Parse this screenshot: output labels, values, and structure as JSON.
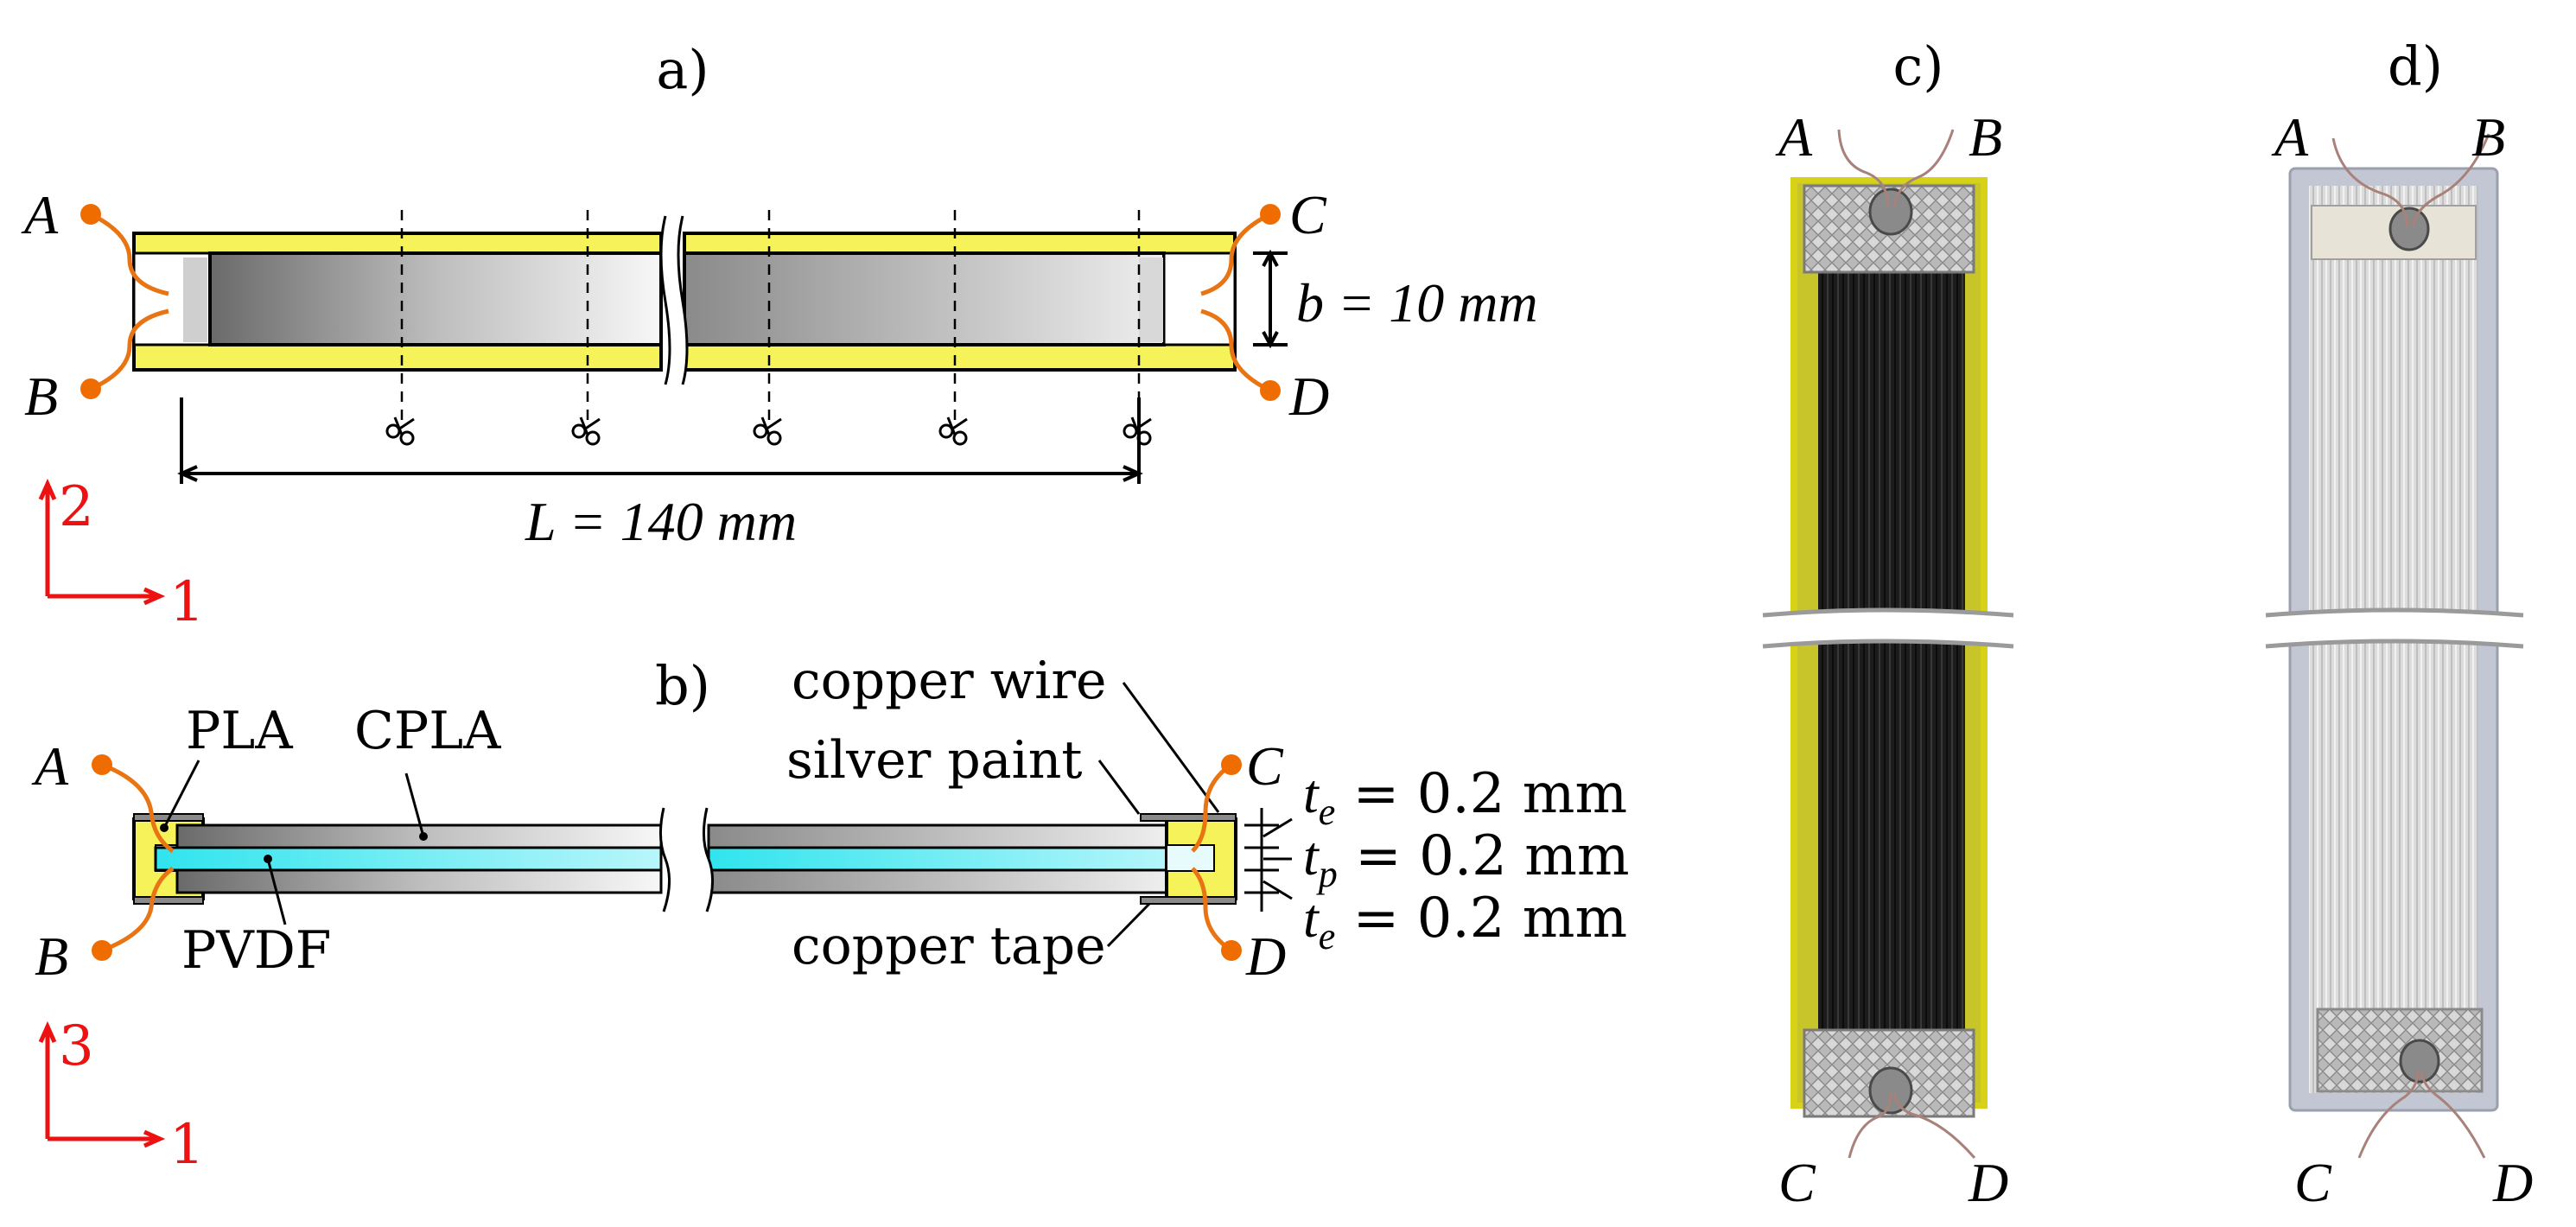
{
  "panels": {
    "a": "a)",
    "b": "b)",
    "c": "c)",
    "d": "d)"
  },
  "terminals": {
    "A": "A",
    "B": "B",
    "C": "C",
    "D": "D"
  },
  "dimensions": {
    "b_label": "b = 10 mm",
    "L_label": "L = 140 mm",
    "te_top": "t",
    "te_top_sub": "e",
    "te_top_val": " = 0.2 mm",
    "tp": "t",
    "tp_sub": "p",
    "tp_val": " = 0.2 mm",
    "te_bot": "t",
    "te_bot_sub": "e",
    "te_bot_val": " = 0.2 mm"
  },
  "materials": {
    "pla": "PLA",
    "cpla": "CPLA",
    "pvdf": "PVDF",
    "copper_wire": "copper wire",
    "silver_paint": "silver paint",
    "copper_tape": "copper tape"
  },
  "axes": {
    "top": {
      "x": "1",
      "y": "2"
    },
    "bottom": {
      "x": "1",
      "y": "3"
    }
  },
  "colors": {
    "pla_yellow": "#f6f25a",
    "pvdf_cyan": "#40e8f0",
    "terminal_orange": "#ef6c00",
    "axis_red": "#ee1111",
    "carbon_black": "#1c1c1c"
  },
  "icons": {
    "cut": "scissors-icon"
  }
}
